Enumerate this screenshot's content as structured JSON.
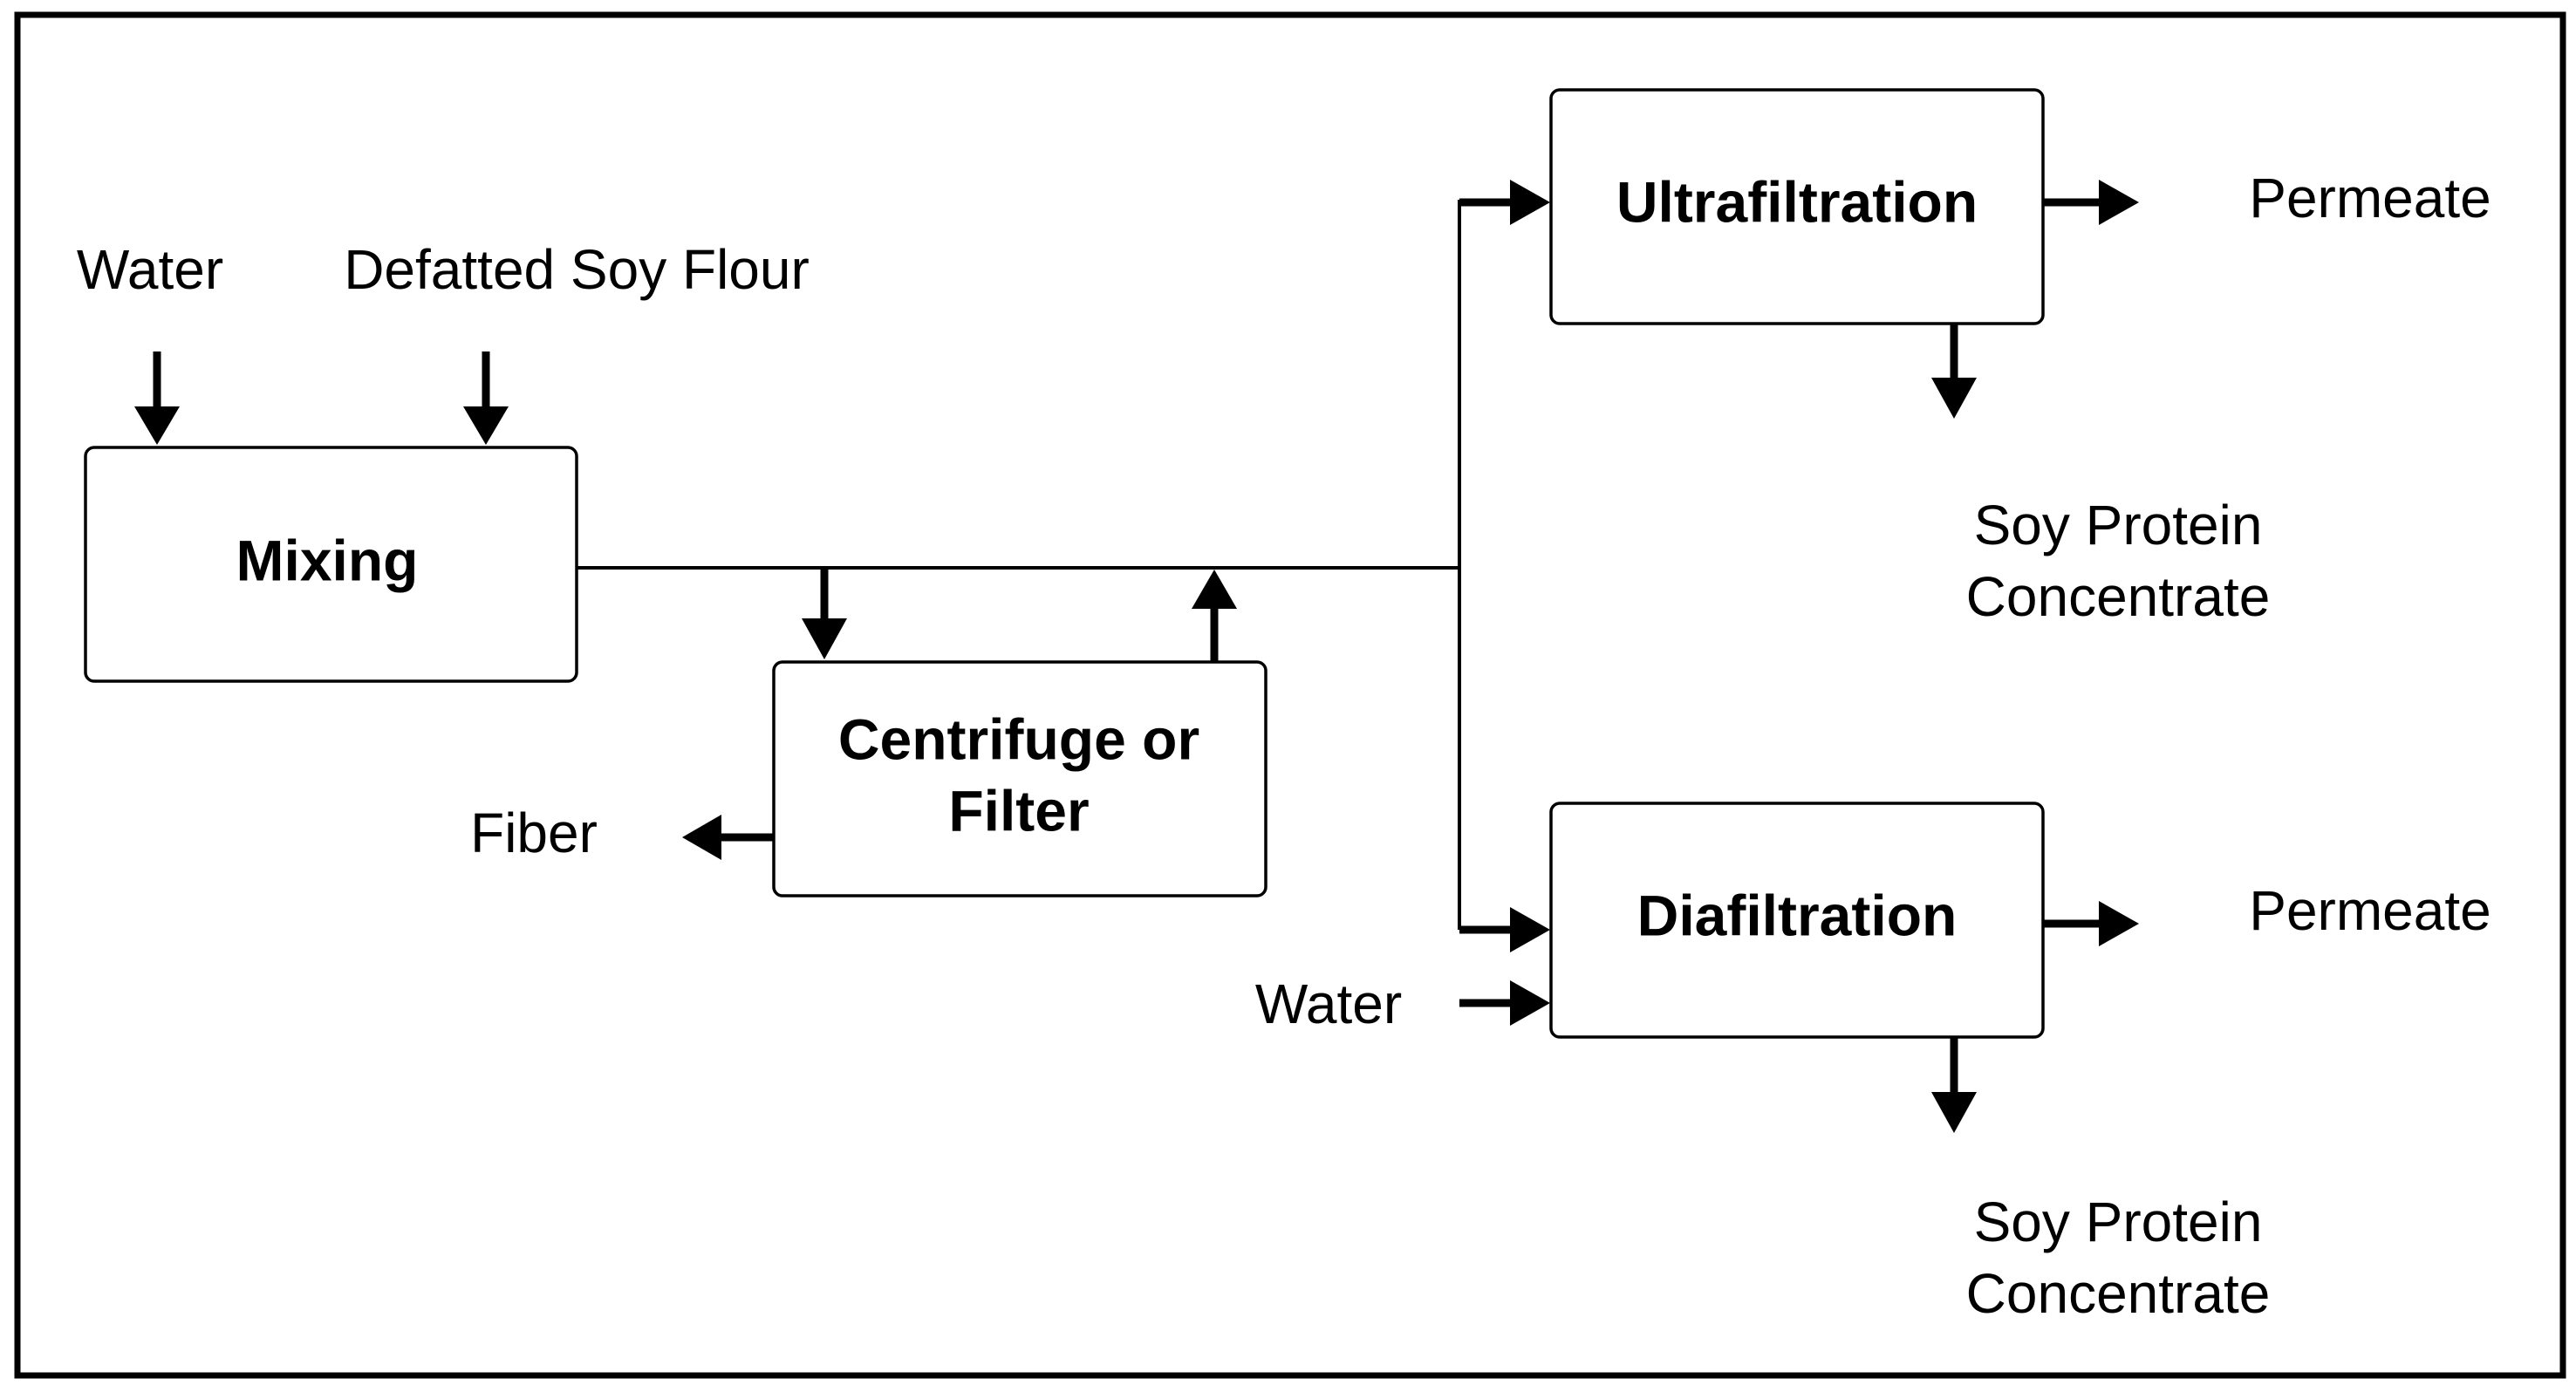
{
  "boxes": {
    "mixing": "Mixing",
    "centrifuge_line1": "Centrifuge or",
    "centrifuge_line2": "Filter",
    "ultrafiltration": "Ultrafiltration",
    "diafiltration": "Diafiltration"
  },
  "inputs": {
    "water_top": "Water",
    "defatted_soy_flour": "Defatted Soy Flour",
    "water_diafiltration": "Water"
  },
  "outputs": {
    "fiber": "Fiber",
    "permeate_uf": "Permeate",
    "permeate_df": "Permeate",
    "spc_uf_line1": "Soy Protein",
    "spc_uf_line2": "Concentrate",
    "spc_df_line1": "Soy Protein",
    "spc_df_line2": "Concentrate"
  }
}
